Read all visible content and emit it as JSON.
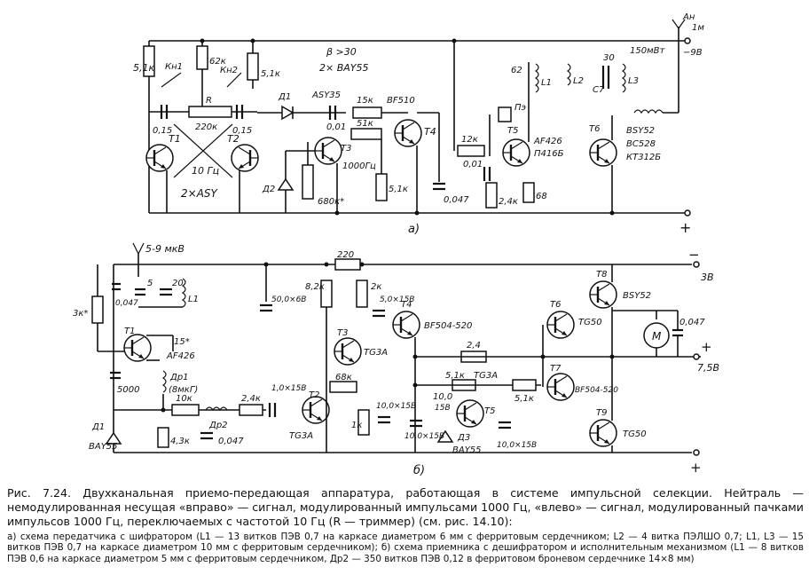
{
  "diagram_a": {
    "label": "а)",
    "components": {
      "r1": "5,1к",
      "kn1": "Кн1",
      "r2": "62к",
      "kn2": "Кн2",
      "r3": "5,1к",
      "r_trim": "R",
      "r_220": "220к",
      "c1": "0,15",
      "c2": "0,15",
      "t1": "Т1",
      "t2": "Т2",
      "freq10": "10 Гц",
      "asy": "2×ASY",
      "beta": "β >30",
      "bay": "2× BAY55",
      "d1": "Д1",
      "asy35": "ASY35",
      "c001": "0,01",
      "r15k": "15к",
      "bf510": "BF510",
      "r51k": "51к",
      "t3": "Т3",
      "t4": "Т4",
      "d2": "Д2",
      "r680": "680к*",
      "freq1000": "1000Гц",
      "r51b": "5,1к",
      "c047": "0,047",
      "r12k": "12к",
      "c001b": "0,01",
      "pz": "Пэ",
      "t5": "Т5",
      "af426": "AF426",
      "p416": "П416Б",
      "r24k": "2,4к",
      "r68": "68",
      "c62": "62",
      "l1": "L1",
      "l2": "L2",
      "c30": "30",
      "c7": "С7",
      "l3": "L3",
      "t6": "Т6",
      "bsy52": "BSY52",
      "bc528": "BC528",
      "kt312": "КТ312Б",
      "antenna": "Ан",
      "ant_len": "1м",
      "power": "150мВт",
      "minus9": "−9В",
      "plus": "+"
    }
  },
  "diagram_b": {
    "label": "б)",
    "components": {
      "signal": "5-9 мкВ",
      "c0047": "0,047",
      "c5": "5",
      "c20": "20",
      "l1": "L1",
      "r3k": "3к*",
      "t1": "Т1",
      "r15": "15*",
      "af426": "AF426",
      "c5000": "5000",
      "dr1": "Др1",
      "dr1_val": "(8мкГ)",
      "r10k": "10к",
      "dr2": "Др2",
      "r24k": "2,4к",
      "c1015": "1,0×15В",
      "c0047b": "0,047",
      "r43k": "4,3к",
      "d1": "Д1",
      "bay55": "BAY55",
      "c50": "50,0×6В",
      "r220": "220",
      "r82k": "8,2к",
      "r2k": "2к",
      "c5015": "5,0×15В",
      "t4": "Т4",
      "bf504": "BF504-520",
      "t3": "Т3",
      "tg3a": "TG3A",
      "r68k": "68к",
      "t2": "Т2",
      "tg3a_b": "TG3A",
      "r1k": "1к",
      "c1015b": "10,0×15В",
      "c1015c": "10,0×15В",
      "r24": "2,4",
      "r51k": "5,1к",
      "tg3a_c": "TG3A",
      "c100": "10,0",
      "c15b": "15В",
      "t5": "Т5",
      "d3": "Д3",
      "bay55b": "BAY55",
      "c1015d": "10,0×15В",
      "r51kb": "5,1к",
      "t6": "Т6",
      "tg50": "TG50",
      "t7": "Т7",
      "bf504b": "BF504-520",
      "t8": "Т8",
      "bsy52": "BSY52",
      "motor": "M",
      "c0047c": "0,047",
      "t9": "Т9",
      "tg50b": "TG50",
      "minus3": "3В",
      "minus75": "7,5В",
      "plus": "+",
      "plus_b": "+",
      "minus": "−"
    }
  },
  "caption": {
    "main": "Рис. 7.24. Двухканальная приемо-передающая аппаратура, работающая в системе импульсной селекции. Нейтраль — немодулированная несущая «вправо» — сигнал, модулированный импульсами 1000 Гц, «влево» — сигнал, модулированный пачками импульсов 1000 Гц, переключаемых с частотой 10 Гц (R — триммер) (см. рис. 14.10):",
    "note": "а) схема передатчика с шифратором (L1 — 13 витков ПЭВ 0,7 на каркасе диаметром 6 мм с ферритовым сердечником; L2 — 4 витка ПЭЛШО 0,7; L1, L3 — 15 витков ПЭВ 0,7 на каркасе диаметром 10 мм с ферритовым сердечником); б) схема приемника с дешифратором и исполнительным механизмом (L1 — 8 витков ПЭВ 0,6 на каркасе диаметром 5 мм с ферритовым сердечником, Др2 — 350 витков ПЭВ 0,12 в ферритовом броневом сердечнике 14×8 мм)"
  }
}
